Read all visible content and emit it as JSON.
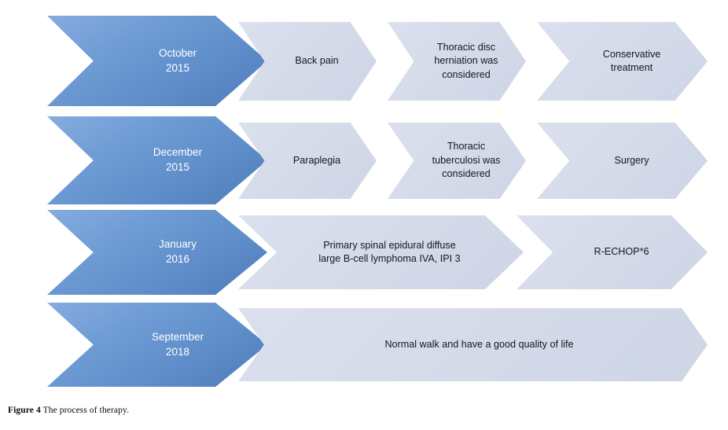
{
  "figure": {
    "caption_label": "Figure 4",
    "caption_text": "The process of therapy.",
    "colors": {
      "date_chevron_fill": "#5d8cc8",
      "date_chevron_fill_light": "#86ace0",
      "date_chevron_fill_dark": "#4d7cb8",
      "step_chevron_fill": "#d5dbe9",
      "date_text": "#ffffff",
      "step_text": "#17171f",
      "background": "#ffffff"
    }
  },
  "chart_data": {
    "type": "diagram",
    "diagram_kind": "chevron-process-timeline",
    "title": "The process of therapy",
    "rows": [
      {
        "date": "October\n2015",
        "steps": [
          "Back pain",
          "Thoracic disc\nherniation was\nconsidered",
          "Conservative\ntreatment"
        ]
      },
      {
        "date": "December\n2015",
        "steps": [
          "Paraplegia",
          "Thoracic\ntuberculosi was\nconsidered",
          "Surgery"
        ]
      },
      {
        "date": "January\n2016",
        "steps": [
          "Primary spinal epidural diffuse\nlarge B-cell lymphoma IVA, IPI 3",
          "R-ECHOP*6"
        ]
      },
      {
        "date": "September\n2018",
        "steps": [
          "Normal walk and have a good quality of life"
        ]
      }
    ]
  }
}
